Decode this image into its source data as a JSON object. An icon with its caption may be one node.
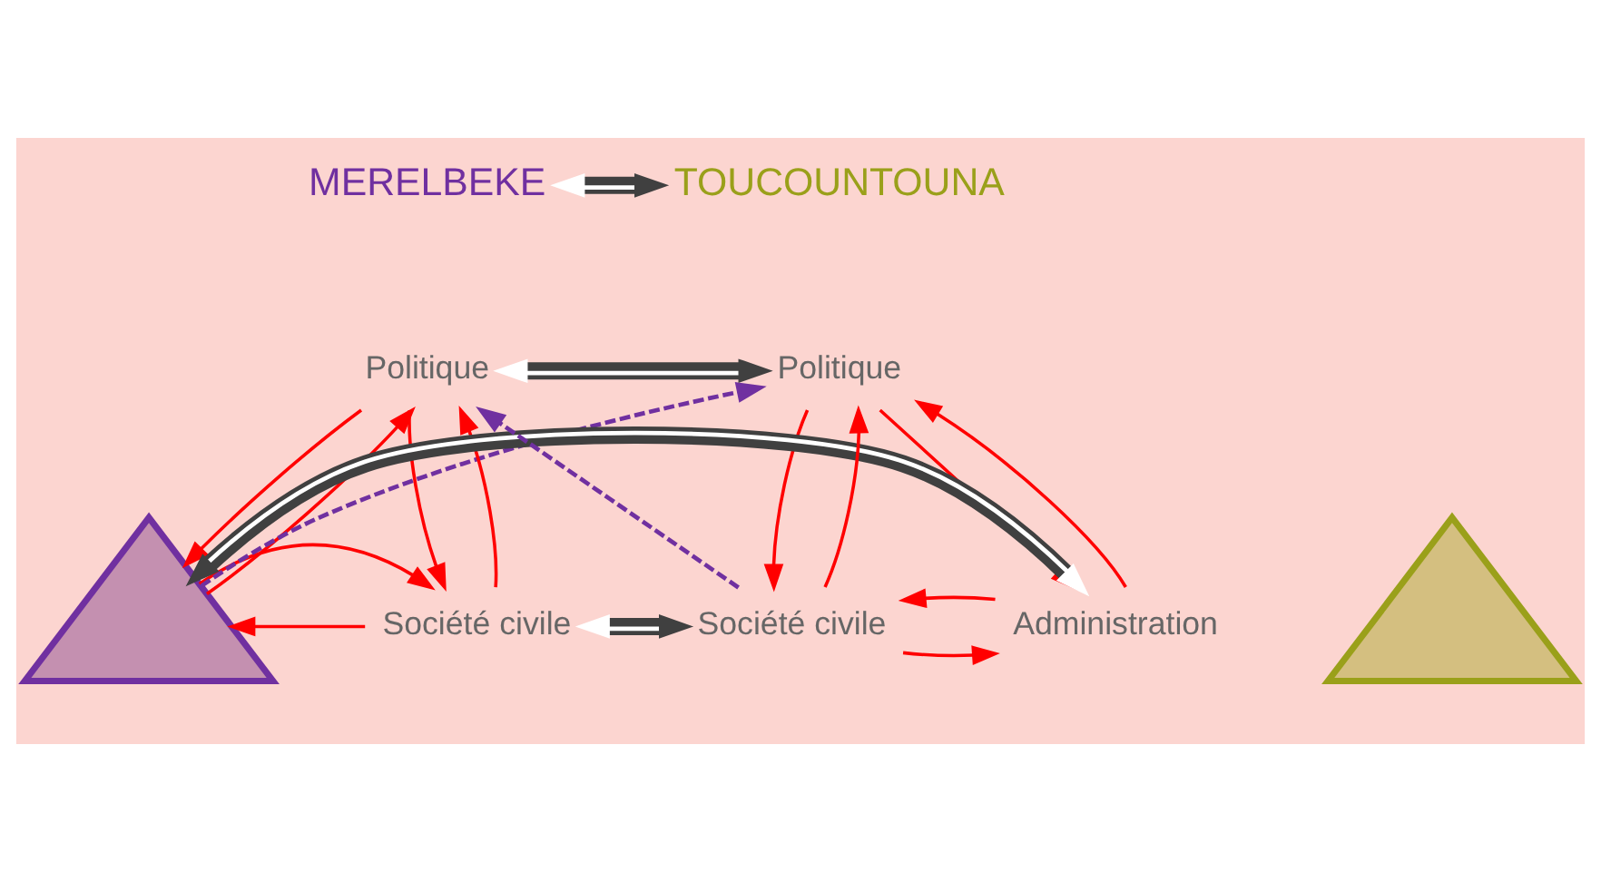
{
  "diagram": {
    "nodes": [
      {
        "text": [
          "MERELBEKE"
        ]
      },
      {
        "text": [
          "TOUCOUNTOUNA"
        ]
      },
      {
        "text": [],
        "shape": "triangle"
      },
      {
        "text": [
          "Politique"
        ]
      },
      {
        "text": [
          "Société civile"
        ]
      },
      {
        "text": [],
        "shape": "triangle"
      },
      {
        "text": [
          "Politique"
        ]
      },
      {
        "text": [
          "Administration"
        ]
      },
      {
        "text": [
          "Société civile"
        ]
      }
    ],
    "edges": [
      {
        "from": 0,
        "to": 1,
        "arrow": "both",
        "style": "thick",
        "color": "#404040"
      },
      {
        "from": 3,
        "to": 6,
        "arrow": "both",
        "style": "thick",
        "color": "#404040"
      },
      {
        "from": 2,
        "to": 6,
        "arrow": "to",
        "style": "dashed",
        "color": "#7030a0"
      },
      {
        "from": 8,
        "to": 3,
        "arrow": "to",
        "style": "dashed",
        "color": "#7030a0"
      },
      {
        "from": 3,
        "to": 2,
        "arrow": "to"
      },
      {
        "from": 2,
        "to": 3,
        "arrow": "to"
      },
      {
        "from": 3,
        "to": 4,
        "arrow": "to"
      },
      {
        "from": 4,
        "to": 3,
        "arrow": "to"
      },
      {
        "from": 4,
        "to": 2,
        "arrow": "to"
      },
      {
        "from": 2,
        "to": 4,
        "arrow": "to"
      },
      {
        "from": 6,
        "to": 7,
        "arrow": "to"
      },
      {
        "from": 7,
        "to": 6,
        "arrow": "to"
      },
      {
        "from": 6,
        "to": 8,
        "arrow": "to"
      },
      {
        "from": 8,
        "to": 6,
        "arrow": "to"
      },
      {
        "from": 8,
        "to": 7,
        "arrow": "to"
      },
      {
        "from": 7,
        "to": 8,
        "arrow": "to"
      },
      {
        "from": 7,
        "to": 2,
        "arrow": "both",
        "style": "thick",
        "color": "#404040"
      },
      {
        "from": 4,
        "to": 8,
        "arrow": "both",
        "style": "thick",
        "color": "#404040"
      }
    ]
  }
}
